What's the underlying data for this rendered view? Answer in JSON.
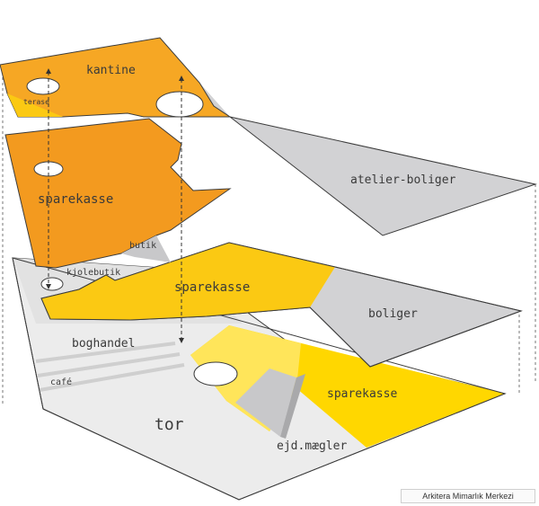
{
  "labels": {
    "kantine": "kantine",
    "terasse": "terase",
    "sparekasse_top": "sparekasse",
    "butik": "butik",
    "atelier": "atelier-boliger",
    "kjolebutik": "kjolebutik",
    "sparekasse_mid": "sparekasse",
    "boliger": "boliger",
    "boghandel": "boghandel",
    "cafe": "café",
    "sparekasse_low": "sparekasse",
    "tor": "tor",
    "ejd_maegler": "ejd.mægler"
  },
  "credit": "Arkitera Mimarlık Merkezi",
  "colors": {
    "orange_light": "#f6a724",
    "orange_dark": "#f39a1f",
    "yellow": "#fbc913",
    "yellow_bright": "#ffd700",
    "grey_plane": "#d2d2d4",
    "grey_light": "#ececec",
    "outline": "#3c3c3c"
  }
}
